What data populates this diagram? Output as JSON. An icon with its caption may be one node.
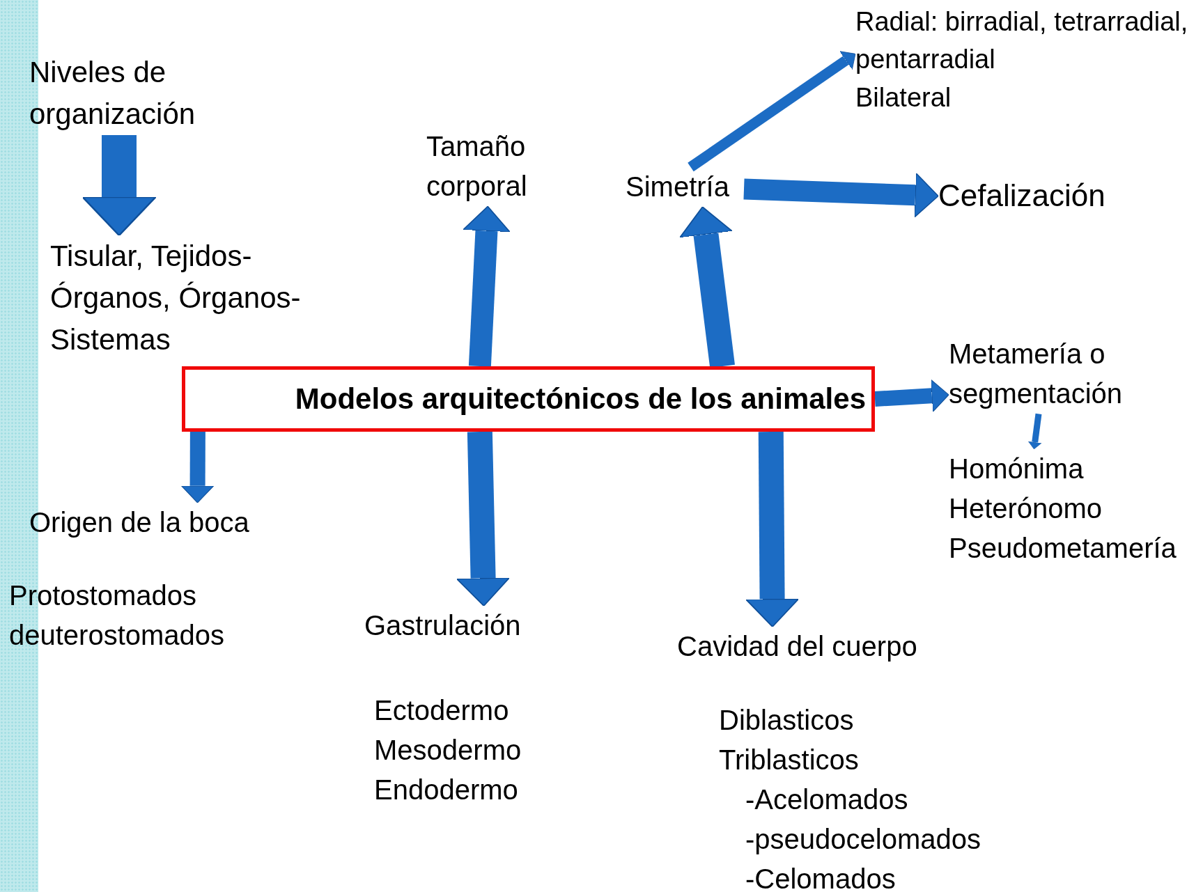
{
  "diagram": {
    "nodes": [
      {
        "text": [
          "Niveles de organización"
        ]
      },
      {
        "text": [
          "Tisular,  Tejidos- Órganos,  Órganos- Sistemas"
        ]
      },
      {
        "text": [
          "Modelos arquitectónicos de los animales"
        ]
      },
      {
        "text": [
          "Tamaño corporal"
        ]
      },
      {
        "text": [
          "Simetría"
        ]
      },
      {
        "text": [
          "Radial: birradial, tetrarradial,  pentarradial",
          "Bilateral"
        ]
      },
      {
        "text": [
          "Cefalización"
        ]
      },
      {
        "text": [
          "Metamería o segmentación"
        ]
      },
      {
        "text": [
          "Homónima",
          "Heterónomo",
          "Pseudometamería"
        ]
      },
      {
        "text": [
          "Origen de la boca"
        ]
      },
      {
        "text": [
          "Gastrulación"
        ]
      },
      {
        "text": [
          "Cavidad del cuerpo"
        ]
      }
    ],
    "edges": [
      {
        "from": 0,
        "to": 1,
        "arrow": "to"
      },
      {
        "from": 2,
        "to": 3,
        "arrow": "to"
      },
      {
        "from": 2,
        "to": 4,
        "arrow": "to"
      },
      {
        "from": 4,
        "to": 5,
        "arrow": "to"
      },
      {
        "from": 4,
        "to": 6,
        "arrow": "to"
      },
      {
        "from": 2,
        "to": 7,
        "arrow": "to"
      },
      {
        "from": 7,
        "to": 8,
        "arrow": "to"
      },
      {
        "from": 2,
        "to": 9,
        "arrow": "to"
      },
      {
        "from": 2,
        "to": 10,
        "arrow": "to"
      },
      {
        "from": 2,
        "to": 11,
        "arrow": "to"
      }
    ],
    "labels": [
      "Protostomados deuterostomados",
      "Ectodermo",
      "Mesodermo",
      "Endodermo",
      "Diblasticos",
      "Triblasticos",
      "-Acelomados",
      "-pseudocelomados",
      "-Celomados"
    ]
  }
}
